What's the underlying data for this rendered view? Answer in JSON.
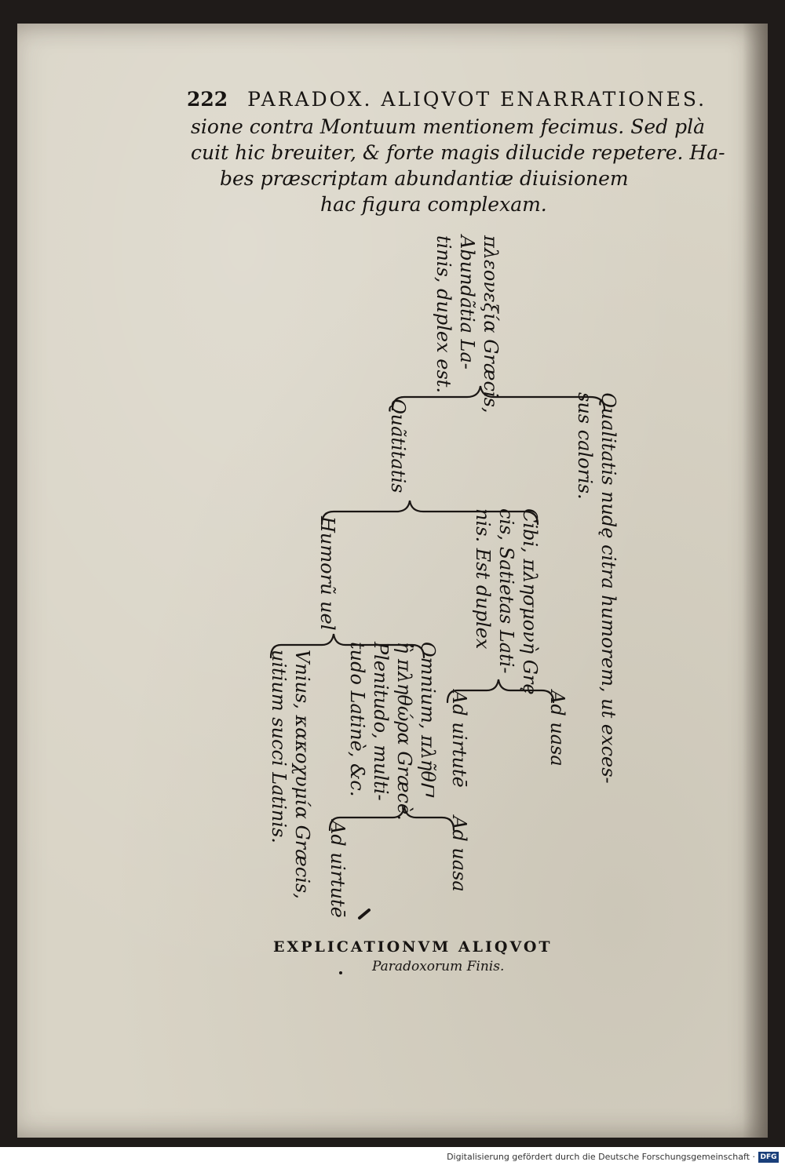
{
  "header": {
    "page_number": "222",
    "running_title": "PARADOX. ALIQVOT ENARRATIONES."
  },
  "body_lines": [
    "sione contra Montuum mentionem fecimus. Sed plà",
    "cuit hic breuiter, & forte magis dilucide repetere. Ha-",
    "bes præscriptam abundantiæ diuisionem",
    "hac figura complexam."
  ],
  "diagram": {
    "root": [
      "πλεονεξία Græcis,",
      "Abundãtia La-",
      "tinis, duplex est."
    ],
    "qualitatis": [
      "Qualitatis nudę citra humorem, ut exces-",
      "sus caloris."
    ],
    "quantitatis": [
      "Quãtitatis"
    ],
    "cibi": [
      "Cibi, πλησμονὴ Grę",
      "cis, Satietas Lati-",
      "nis. Est duplex"
    ],
    "cibi_vasa": [
      "Ad uasa"
    ],
    "cibi_virtutem": [
      "Ad uirtutē"
    ],
    "humorum": [
      "Humorũ uel"
    ],
    "omnium": [
      "Omnium, πλῆθ𐅃",
      "ἢ πληθώρα Græcè.",
      "Plenitudo, multi-",
      "tudo Latinè, &c."
    ],
    "omnium_vasa": [
      "Ad uasa"
    ],
    "omnium_virtutem": [
      "Ad uirtutē"
    ],
    "unius": [
      "Vnius, κακοχυμία Græcis,",
      "uitium succi Latinis."
    ]
  },
  "footer": {
    "title": "EXPLICATIONVM ALIQVOT",
    "subtitle": "Paradoxorum Finis."
  },
  "credit": {
    "text": "Digitalisierung gefördert durch die Deutsche Forschungsgemeinschaft ·",
    "logo": "DFG"
  }
}
